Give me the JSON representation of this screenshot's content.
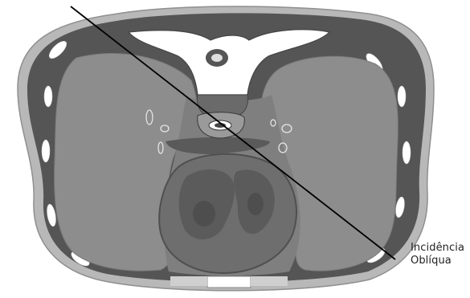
{
  "annotation": {
    "line1": "Incidência",
    "line2": "Oblíqua"
  },
  "colors": {
    "background": "#ffffff",
    "body_outline": "#a9a9a9",
    "body_wall": "#5a5a5a",
    "lung": "#8c8c8c",
    "heart": "#7a7a7a",
    "heart_chamber": "#5e5e5e",
    "bone": "#ffffff",
    "incidence_line": "#000000"
  },
  "icons": [
    "axial-thorax-cross-section"
  ]
}
